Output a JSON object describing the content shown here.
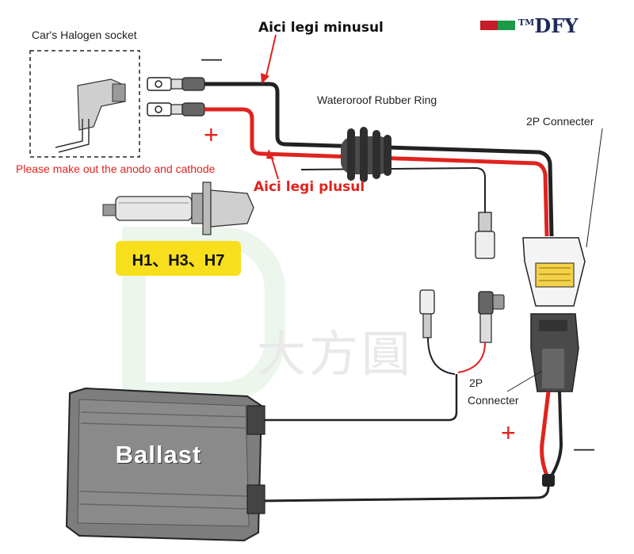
{
  "labels": {
    "halogen_socket": "Car's Halogen socket",
    "anode_note": "Please make out the anodo and cathode",
    "rubber_ring": "Wateroroof Rubber Ring",
    "connector_top": "2P Connecter",
    "connector_bottom_line1": "2P",
    "connector_bottom_line2": "Connecter",
    "bulb_types": "H1、H3、H7",
    "ballast": "Ballast",
    "watermark": "大方圓",
    "logo_tm": "TM",
    "logo_text": "DFY"
  },
  "annotations": {
    "minus_here": "Aici legi minusul",
    "plus_here": "Aici legi plusul"
  },
  "signs": {
    "minus": "—",
    "plus": "+"
  },
  "colors": {
    "wire_black": "#222222",
    "wire_red": "#e0231f",
    "badge_yellow": "#f7df1e",
    "ballast_body": "#8a8a8a",
    "logo_red": "#c41e2a",
    "logo_green": "#1c9a48",
    "watermark_green": "#dcefe0"
  }
}
